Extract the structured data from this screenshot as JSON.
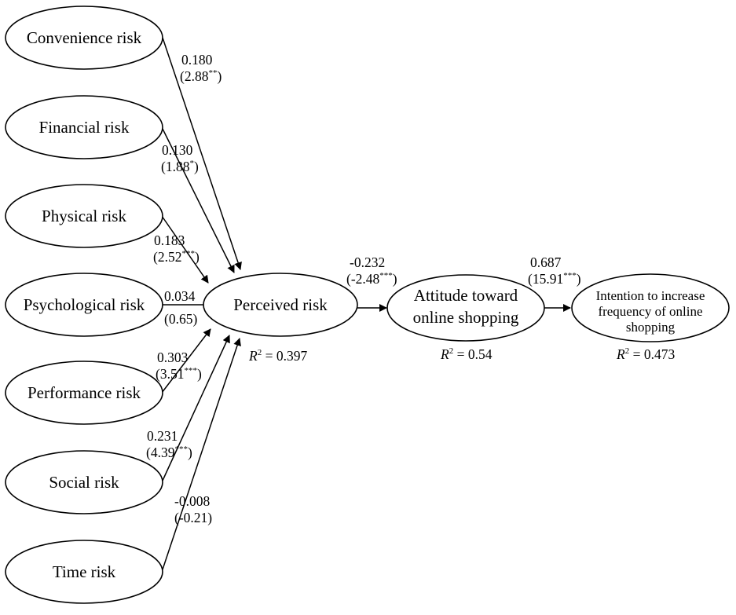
{
  "risk_nodes": [
    {
      "label": "Convenience risk"
    },
    {
      "label": "Financial risk"
    },
    {
      "label": "Physical risk"
    },
    {
      "label": "Psychological risk"
    },
    {
      "label": "Performance risk"
    },
    {
      "label": "Social risk"
    },
    {
      "label": "Time risk"
    }
  ],
  "risk_paths": [
    {
      "coef": "0.180",
      "t": "(2.88",
      "sig": "**",
      "close": ")"
    },
    {
      "coef": "0.130",
      "t": "(1.88",
      "sig": "*",
      "close": ")"
    },
    {
      "coef": "0.183",
      "t": "(2.52",
      "sig": "***",
      "close": ")"
    },
    {
      "coef": "0.034",
      "t": "(0.65)",
      "sig": "",
      "close": ""
    },
    {
      "coef": "0.303",
      "t": "(3.51",
      "sig": "***",
      "close": ")"
    },
    {
      "coef": "0.231",
      "t": "(4.39",
      "sig": "***",
      "close": ")"
    },
    {
      "coef": "-0.008",
      "t": "(-0.21)",
      "sig": "",
      "close": ""
    }
  ],
  "perceived_risk": {
    "label": "Perceived risk",
    "r2_symbol": "R",
    "r2_sup": "2",
    "r2_value": " = 0.397"
  },
  "attitude": {
    "label_line1": "Attitude toward",
    "label_line2": "online shopping",
    "r2_symbol": "R",
    "r2_sup": "2",
    "r2_value": " = 0.54"
  },
  "intention": {
    "label_line1": "Intention to increase",
    "label_line2": "frequency of online",
    "label_line3": "shopping",
    "r2_symbol": "R",
    "r2_sup": "2",
    "r2_value": " = 0.473"
  },
  "path_pr_att": {
    "coef": "-0.232",
    "t": "(-2.48",
    "sig": "***",
    "close": ")"
  },
  "path_att_int": {
    "coef": "0.687",
    "t": "(15.91",
    "sig": "***",
    "close": ")"
  }
}
